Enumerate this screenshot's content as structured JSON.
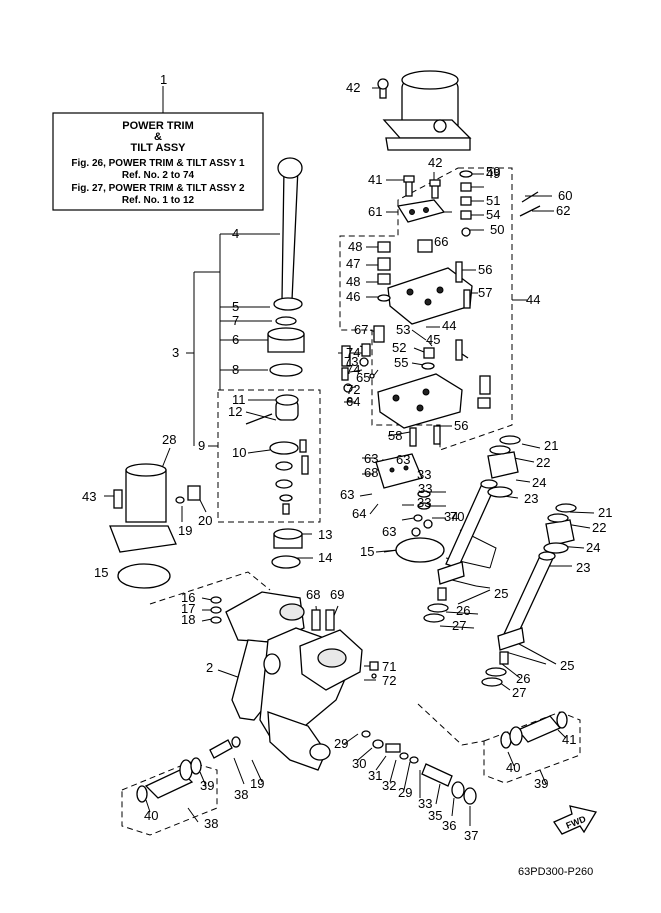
{
  "info_box": {
    "number": "1",
    "title_line1": "POWER TRIM",
    "title_line2": "&",
    "title_line3": "TILT ASSY",
    "ref_lines": [
      "Fig. 26, POWER TRIM & TILT ASSY 1",
      "Ref. No. 2 to 74",
      "Fig. 27, POWER TRIM & TILT ASSY 2",
      "Ref. No. 1 to 12"
    ]
  },
  "figure_code": "63PD300-P260",
  "fwd_label": "FWD",
  "labels": [
    "1",
    "2",
    "3",
    "4",
    "5",
    "6",
    "7",
    "8",
    "9",
    "10",
    "11",
    "12",
    "13",
    "14",
    "15",
    "15",
    "16",
    "17",
    "18",
    "19",
    "19",
    "20",
    "21",
    "21",
    "22",
    "22",
    "23",
    "23",
    "24",
    "24",
    "25",
    "25",
    "26",
    "26",
    "27",
    "27",
    "28",
    "29",
    "29",
    "30",
    "31",
    "32",
    "33",
    "33",
    "33",
    "33",
    "34",
    "35",
    "36",
    "37",
    "38",
    "38",
    "39",
    "39",
    "40",
    "40",
    "41",
    "41",
    "42",
    "42",
    "43",
    "44",
    "44",
    "45",
    "46",
    "47",
    "48",
    "48",
    "49",
    "50",
    "51",
    "52",
    "53",
    "54",
    "55",
    "56",
    "56",
    "57",
    "58",
    "59",
    "60",
    "61",
    "62",
    "63",
    "63",
    "63",
    "63",
    "64",
    "64",
    "65",
    "66",
    "67",
    "68",
    "68",
    "69",
    "70",
    "71",
    "72",
    "72",
    "73",
    "74",
    "74"
  ]
}
